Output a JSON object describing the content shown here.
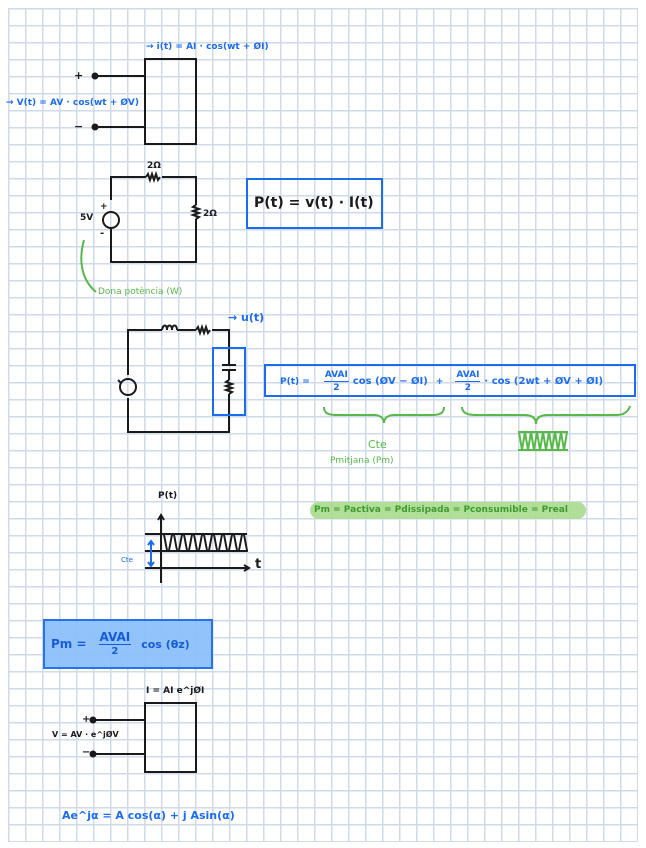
{
  "section1": {
    "current_label": "→ i(t) = AI · cos(wt + ØI)",
    "voltage_label": "→ V(t) = AV · cos(wt + ØV)",
    "plus": "+",
    "minus": "−"
  },
  "section2": {
    "r_top": "2Ω",
    "r_right": "2Ω",
    "source_value": "5V",
    "plus": "+",
    "minus": "-",
    "note": "Dona potència (W)",
    "formula": "P(t) = v(t) · I(t)"
  },
  "section3": {
    "ut_label": "→ u(t)",
    "formula_lhs": "P(t) =",
    "term1_num": "AVAI",
    "term1_den": "2",
    "term1_cos": "cos (ØV − ØI)",
    "plus": "+",
    "term2_num": "AVAI",
    "term2_den": "2",
    "term2_cos": "· cos (2wt + ØV + ØI)",
    "cte_label": "Cte",
    "pmitjana_label": "Pmitjana (Pm)",
    "equivalence": "Pm = Pactiva = Pdissipada = Pconsumible = Preal"
  },
  "graph": {
    "ylabel": "P(t)",
    "xlabel": "t",
    "cte_label": "Cte"
  },
  "pm_formula": {
    "lhs": "Pm =",
    "num": "AVAI",
    "den": "2",
    "cos": "cos (θz)"
  },
  "section4": {
    "current_label": "I = AI e^jØI",
    "voltage_label": "V = AV · e^jØV",
    "plus": "+",
    "minus": "−"
  },
  "euler": {
    "formula": "Ae^jα = A cos(α) + j Asin(α)"
  },
  "colors": {
    "blue_ink": "#1a6cf0",
    "green_ink": "#57b947",
    "green_highlight": "#a8dc8c",
    "blue_highlight": "#8ec0fb",
    "grid": "#cfdaea"
  }
}
